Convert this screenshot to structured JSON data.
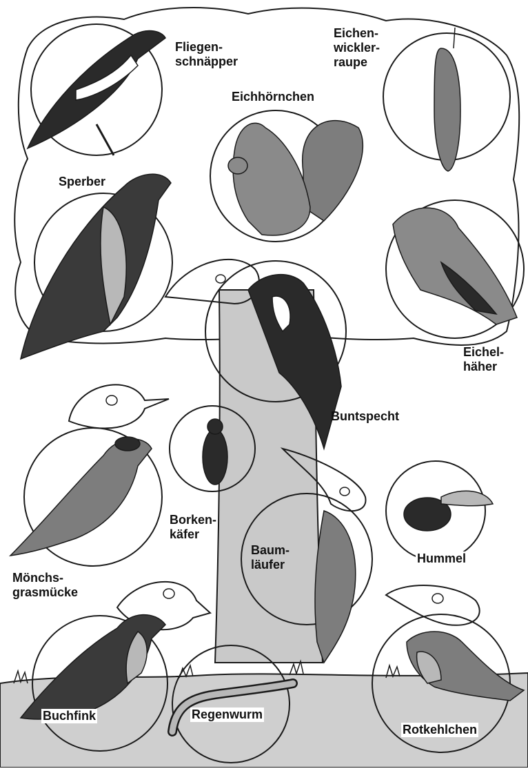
{
  "labels": {
    "fliegenschnaepper": [
      "Fliegen-",
      "schnäpper"
    ],
    "eichenwicklerraupe": [
      "Eichen-",
      "wickler-",
      "raupe"
    ],
    "eichhoernchen": "Eichhörnchen",
    "sperber": "Sperber",
    "eichelhaeher": [
      "Eichel-",
      "häher"
    ],
    "buntspecht": "Buntspecht",
    "borkenkaefer": [
      "Borken-",
      "käfer"
    ],
    "baumlaeufer": [
      "Baum-",
      "läufer"
    ],
    "hummel": "Hummel",
    "moenchsgrasmuecke": [
      "Mönchs-",
      "grasmücke"
    ],
    "buchfink": "Buchfink",
    "regenwurm": "Regenwurm",
    "rotkehlchen": "Rotkehlchen"
  },
  "colors": {
    "trunk": "#c9c9c9",
    "ground": "#cfcfcf",
    "line": "#1a1a1a",
    "dark": "#2a2a2a",
    "mid": "#7d7d7d",
    "light": "#b8b8b8"
  }
}
